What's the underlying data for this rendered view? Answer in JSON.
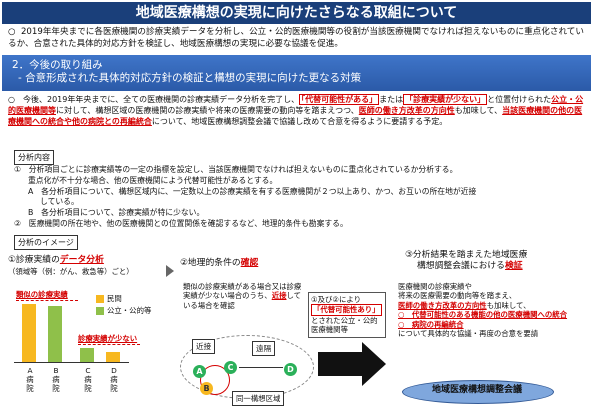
{
  "title": "地域医療構想の実現に向けたさらなる取組について",
  "intro": {
    "bullet": "○",
    "text": "2019年年央までに各医療機関の診療実績データを分析し、公立・公的医療機関等の役割が当該医療機関でなければ担えないものに重点化されているか、合意された具体的対応方針を検証し、地域医療構想の実現に必要な協議を促進。"
  },
  "section": {
    "line1": "2．今後の取り組み",
    "line2": "- 合意形成された具体的対応方針の検証と構想の実現に向けた更なる対策"
  },
  "body": {
    "p1": "○　今後、2019年年央までに、全ての医療機関の診療実績データ分析を完了し、",
    "hl1": "「代替可能性がある」",
    "p2": "または",
    "hl2": "「診療実績が少ない」",
    "p3": "と位置付けられた",
    "u1": "公立・公的医療機関等",
    "p4": "に対して、構想区域の医療機関の診療実績や将来の医療需要の動向等を踏まえつつ、",
    "hl3": "医師の働き方改革の方向性",
    "p5": "も加味して、",
    "hl4": "当該医療機関の他の医療機関への統合や他の病院との再編統合",
    "p6": "について、地域医療構想調整会議で協議し改めて合意を得るように要請する予定。"
  },
  "analysis": {
    "tag": "分析内容",
    "i1": "①　分析項目ごとに診療実績等の一定の指標を設定し、当該医療機関でなければ担えないものに重点化されているか分析する。",
    "i1b": "重点化が不十分な場合、他の医療機関によう代替可能性があるとする。",
    "iA": "A　各分析項目について、構想区域内に、一定数以上の診療実績を有する医療機関が２つ以上あり、かつ、お互いの所在地が近接",
    "iA2": "している。",
    "iB": "B　各分析項目について、診療実績が特に少ない。",
    "i2": "②　医療機関の所在地や、他の医療機関との位置関係を確認するなど、地理的条件も勘案する。"
  },
  "image_tag": "分析のイメージ",
  "col1": {
    "title_pre": "①診療実績の",
    "title_hl": "データ分析",
    "subtitle": "（領域等（例：がん、救急等）ごと）",
    "lbl_similar": "類似の診療実績",
    "lbl_few": "診療実績が少ない",
    "legend": [
      "民間",
      "公立・公的等"
    ],
    "hospitals": [
      "A病院",
      "B病院",
      "C病院",
      "D病院"
    ],
    "colors": {
      "private": "#f7b820",
      "public": "#8fc04a",
      "accent": "#d40000"
    }
  },
  "col2": {
    "title_pre": "②地理的条件の",
    "title_hl": "確認",
    "desc_pre": "類似の診療実績がある場合又は診療実績が少ない場合のうち、",
    "desc_hl": "近接",
    "desc_post": "している場合を確認",
    "near": "近接",
    "far": "遠隔",
    "area": "同一構想区域",
    "nodes": [
      "A",
      "B",
      "C",
      "D"
    ]
  },
  "col3": {
    "title1": "③分析結果を踏まえた地域医療",
    "title2_pre": "構想調整会議における",
    "title2_hl": "検証",
    "box_text1": "①及び②により",
    "box_hl": "「代替可能性あり」",
    "box_text2": "とされた公立・公的医療機関等",
    "r1": "医療機関の診療実績や",
    "r2": "将来の医療需要の動向等を踏まえ、",
    "r3_hl": "医師の働き方改革の方向性",
    "r3_post": "も加味して、",
    "r4_hl": "○　代替可能性のある機能の他の医療機関への統合",
    "r5_hl": "○　病院の再編統合",
    "r6": "について具体的な協議・再度の合意を要請",
    "council": "地域医療構想調整会議"
  }
}
